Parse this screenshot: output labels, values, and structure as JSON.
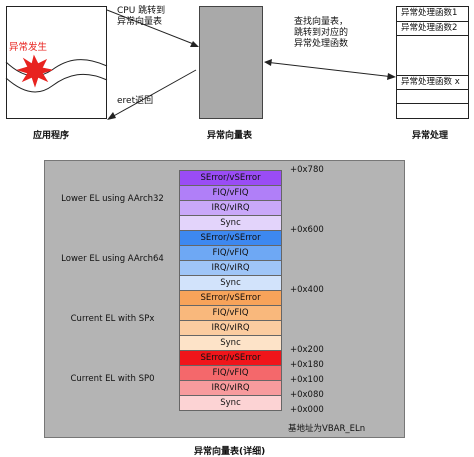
{
  "top": {
    "app_box_label": "应用程序",
    "exception_text": "异常发生",
    "vector_box_label": "异常向量表",
    "handler_box_label": "异常处理",
    "arrow_cpu_label_line1": "CPU 跳转到",
    "arrow_cpu_label_line2": "异常向量表",
    "arrow_eret_label": "eret返回",
    "lookup_label_line1": "查找向量表，",
    "lookup_label_line2": "跳转到对应的",
    "lookup_label_line3": "异常处理函数",
    "handlers": [
      "异常处理函数1",
      "异常处理函数2",
      "",
      "异常处理函数 x",
      "",
      ""
    ]
  },
  "detail": {
    "title": "异常向量表(详细)",
    "base_label": "基地址为VBAR_ELn",
    "groups": [
      {
        "label": "Lower EL using AArch32",
        "rows": [
          "SError/vSError",
          "FIQ/vFIQ",
          "IRQ/vIRQ",
          "Sync"
        ],
        "colors": [
          "#9a4cf5",
          "#b07ff8",
          "#c9a8f9",
          "#e3d4fb"
        ]
      },
      {
        "label": "Lower EL using AArch64",
        "rows": [
          "SError/vSError",
          "FIQ/vFIQ",
          "IRQ/vIRQ",
          "Sync"
        ],
        "colors": [
          "#3d88f0",
          "#6ea8f4",
          "#9fc5f7",
          "#d2e3fb"
        ]
      },
      {
        "label": "Current EL with SPx",
        "rows": [
          "SError/vSError",
          "FIQ/vFIQ",
          "IRQ/vIRQ",
          "Sync"
        ],
        "colors": [
          "#f7a35a",
          "#f9b87c",
          "#fbcca0",
          "#fde3c8"
        ]
      },
      {
        "label": "Current EL with SP0",
        "rows": [
          "SError/vSError",
          "FIQ/vFIQ",
          "IRQ/vIRQ",
          "Sync"
        ],
        "colors": [
          "#f0151a",
          "#f4686b",
          "#f79b9d",
          "#fcd3d4"
        ]
      }
    ],
    "offsets": [
      "+0x780",
      "+0x600",
      "+0x400",
      "+0x200",
      "+0x180",
      "+0x100",
      "+0x080",
      "+0x000"
    ]
  }
}
